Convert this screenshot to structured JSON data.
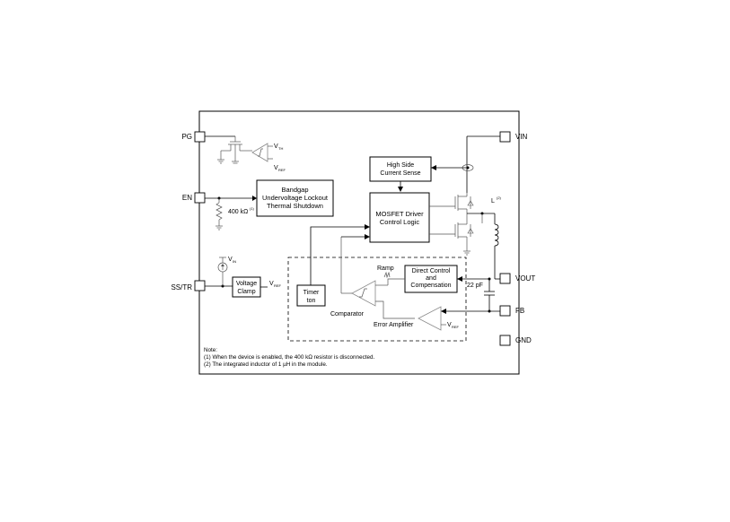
{
  "pins": {
    "pg": "PG",
    "en": "EN",
    "ss_tr": "SS/TR",
    "vin": "VIN",
    "vout": "VOUT",
    "fb": "FB",
    "gnd": "GND"
  },
  "blocks": {
    "bandgap": [
      "Bandgap",
      "Undervoltage Lockout",
      "Thermal Shutdown"
    ],
    "high_side": [
      "High Side",
      "Current Sense"
    ],
    "mosfet_driver": [
      "MOSFET Driver",
      "Control Logic"
    ],
    "voltage_clamp": [
      "Voltage",
      "Clamp"
    ],
    "timer": [
      "Timer",
      "ton"
    ],
    "direct_control": [
      "Direct Control",
      "and",
      "Compensation"
    ]
  },
  "labels": {
    "resistor": "400 kΩ",
    "resistor_note_ref": "(1)",
    "inductor": "L",
    "inductor_note_ref": "(2)",
    "capacitor": "22 pF",
    "ramp": "Ramp",
    "comparator": "Comparator",
    "error_amplifier": "Error Amplifier",
    "v": "V",
    "sub_th": "TH",
    "sub_ref": "REF",
    "sub_in": "IN"
  },
  "notes": {
    "title": "Note:",
    "n1": "(1) When the device is enabled, the 400 kΩ resistor is disconnected.",
    "n2": "(2) The integrated inductor of 1 µH in the module."
  }
}
